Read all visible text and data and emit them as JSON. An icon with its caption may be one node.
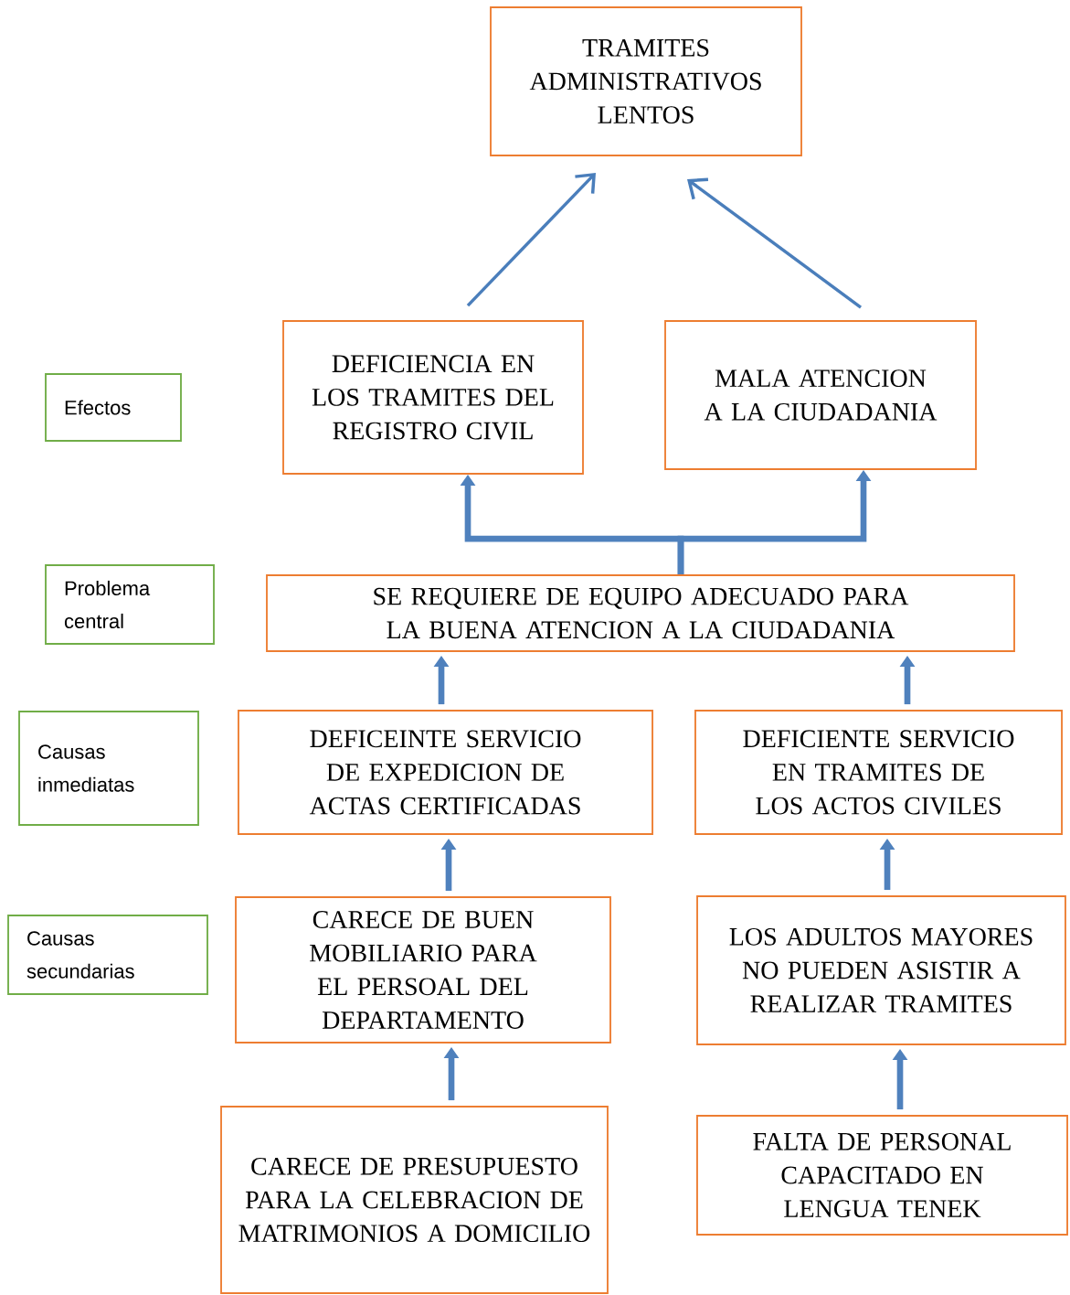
{
  "diagram": {
    "nodes": [
      {
        "text": [
          "TRAMITES ADMINISTRATIVOS LENTOS"
        ]
      },
      {
        "text": [
          "Efectos"
        ]
      },
      {
        "text": [
          "DEFICIENCIA EN LOS TRAMITES DEL REGISTRO CIVIL"
        ]
      },
      {
        "text": [
          "MALA ATENCION A LA CIUDADANIA"
        ]
      },
      {
        "text": [
          "Problema central"
        ]
      },
      {
        "text": [
          "SE REQUIERE DE EQUIPO ADECUADO PARA LA BUENA ATENCION A LA CIUDADANIA"
        ]
      },
      {
        "text": [
          "Causas inmediatas"
        ]
      },
      {
        "text": [
          "DEFICEINTE SERVICIO DE EXPEDICION DE ACTAS CERTIFICADAS"
        ]
      },
      {
        "text": [
          "DEFICIENTE SERVICIO EN TRAMITES DE LOS ACTOS CIVILES"
        ]
      },
      {
        "text": [
          "Causas secundarias"
        ]
      },
      {
        "text": [
          "CARECE DE BUEN MOBILIARIO PARA EL PERSOAL DEL DEPARTAMENTO"
        ]
      },
      {
        "text": [
          "LOS ADULTOS MAYORES NO PUEDEN ASISTIR A REALIZAR TRAMITES"
        ]
      },
      {
        "text": [
          "CARECE DE PRESUPUESTO PARA LA CELEBRACION DE MATRIMONIOS A DOMICILIO"
        ]
      },
      {
        "text": [
          "FALTA DE PERSONAL CAPACITADO EN LENGUA TENEK"
        ]
      }
    ],
    "edges": [
      {
        "from": 2,
        "to": 0,
        "arrow": "to"
      },
      {
        "from": 3,
        "to": 0,
        "arrow": "to"
      },
      {
        "from": 5,
        "to": 2,
        "arrow": "to"
      },
      {
        "from": 5,
        "to": 3,
        "arrow": "to"
      },
      {
        "from": 7,
        "to": 5,
        "arrow": "to"
      },
      {
        "from": 8,
        "to": 5,
        "arrow": "to"
      },
      {
        "from": 10,
        "to": 7,
        "arrow": "to"
      },
      {
        "from": 11,
        "to": 8,
        "arrow": "to"
      },
      {
        "from": 12,
        "to": 10,
        "arrow": "to"
      },
      {
        "from": 13,
        "to": 11,
        "arrow": "to"
      }
    ]
  }
}
